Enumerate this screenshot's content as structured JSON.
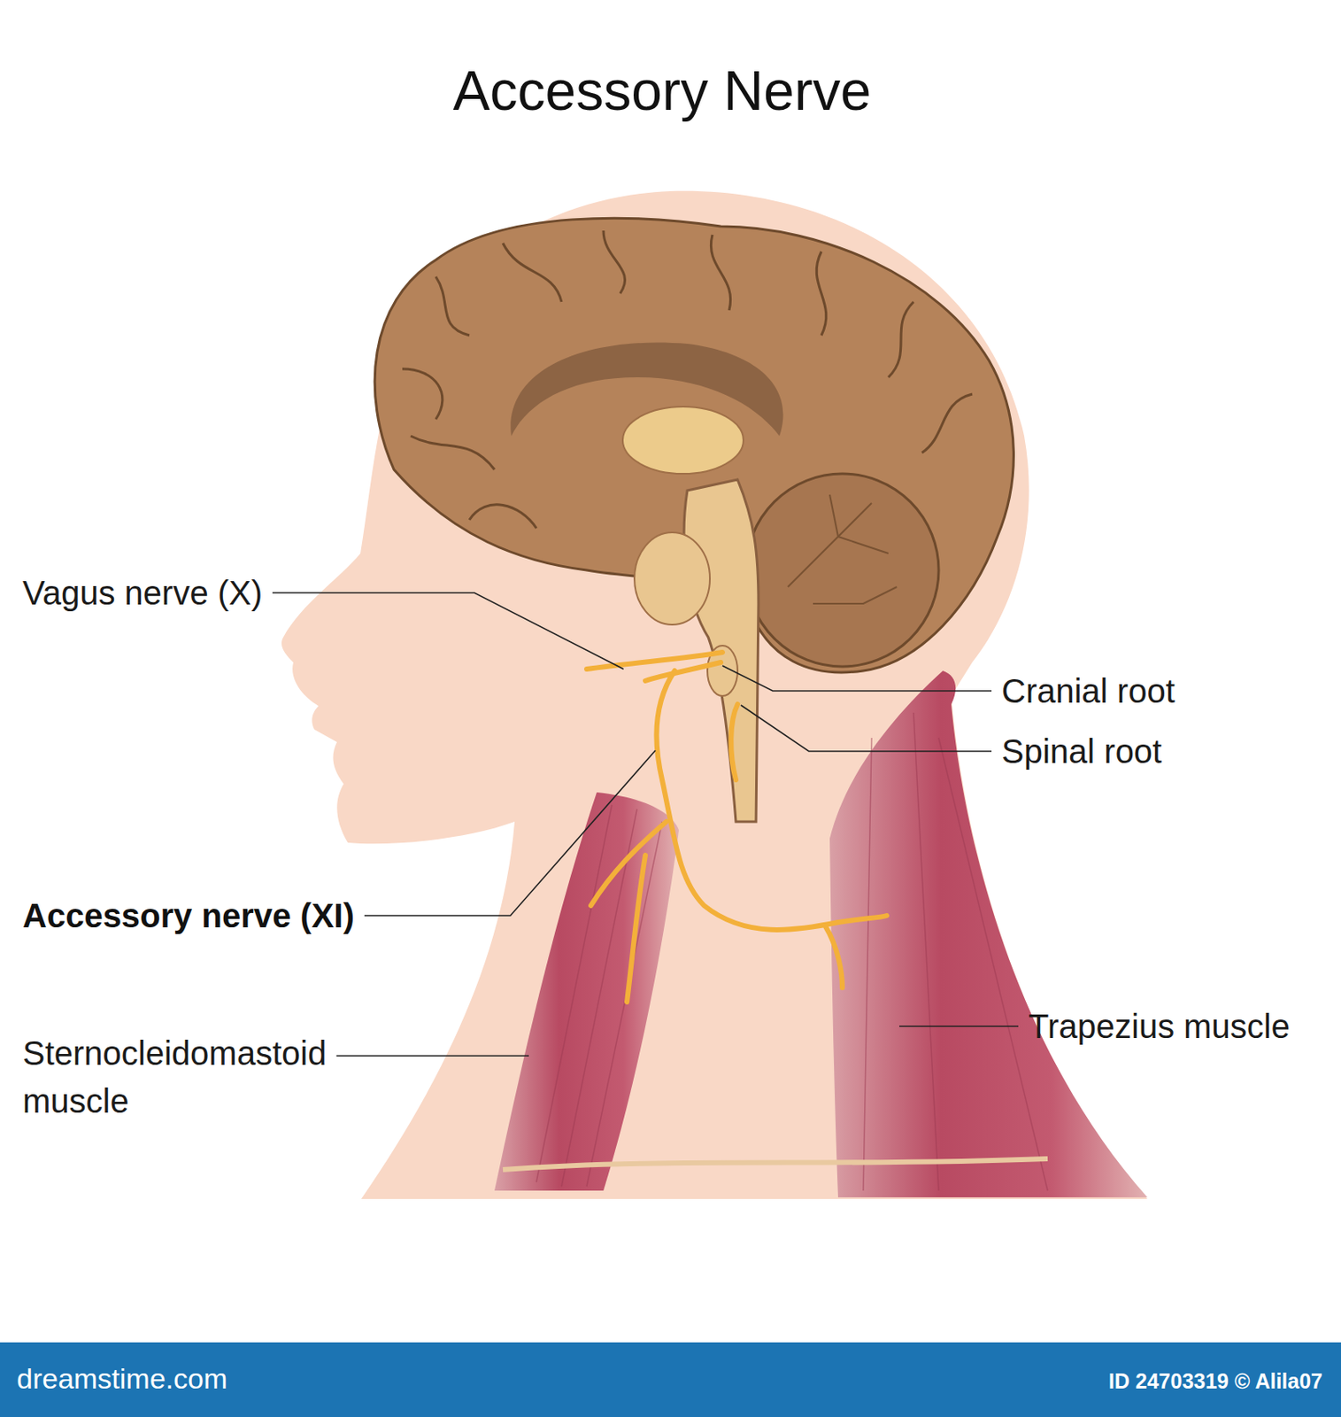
{
  "diagram": {
    "title": "Accessory Nerve",
    "labels": [
      "Vagus nerve (X)",
      "Cranial root",
      "Spinal root",
      "Accessory nerve (XI)",
      "Sternocleidomastoid muscle",
      "Trapezius muscle",
      "dreamstime.com",
      "ID 24703319 © Alila07"
    ]
  }
}
